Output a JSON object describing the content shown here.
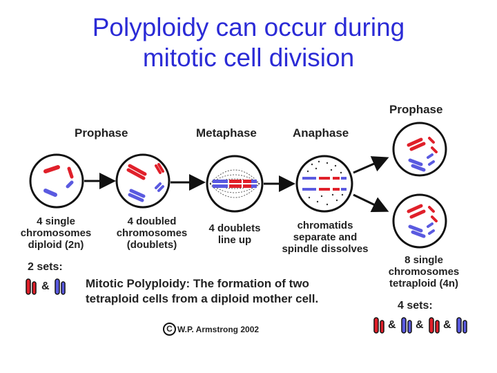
{
  "title_line1": "Polyploidy can occur during",
  "title_line2": "mitotic cell division",
  "stages": {
    "prophase": "Prophase",
    "metaphase": "Metaphase",
    "anaphase": "Anaphase",
    "prophase_right": "Prophase"
  },
  "captions": {
    "prophase": [
      "4 single",
      "chromosomes",
      "diploid (2n)"
    ],
    "prophase_doubled": [
      "4 doubled",
      "chromosomes",
      "(doublets)"
    ],
    "metaphase": [
      "4 doublets",
      "line up"
    ],
    "anaphase": [
      "chromatids",
      "separate and",
      "spindle dissolves"
    ],
    "result": [
      "8 single",
      "chromosomes",
      "tetraploid (4n)"
    ]
  },
  "sets_left": {
    "label": "2 sets:",
    "separator": "&",
    "count": 2
  },
  "sets_right": {
    "label": "4 sets:",
    "separator": "&",
    "count": 4
  },
  "summary_line1": "Mitotic Polyploidy:  The formation of two",
  "summary_line2": "tetraploid cells from a diploid mother cell.",
  "credit": {
    "symbol": "C",
    "text": "W.P. Armstrong 2002"
  },
  "colors": {
    "title": "#2b2bd6",
    "chromosome_red": "#e0202a",
    "chromosome_blue": "#5a5ae0",
    "outline": "#111111"
  }
}
